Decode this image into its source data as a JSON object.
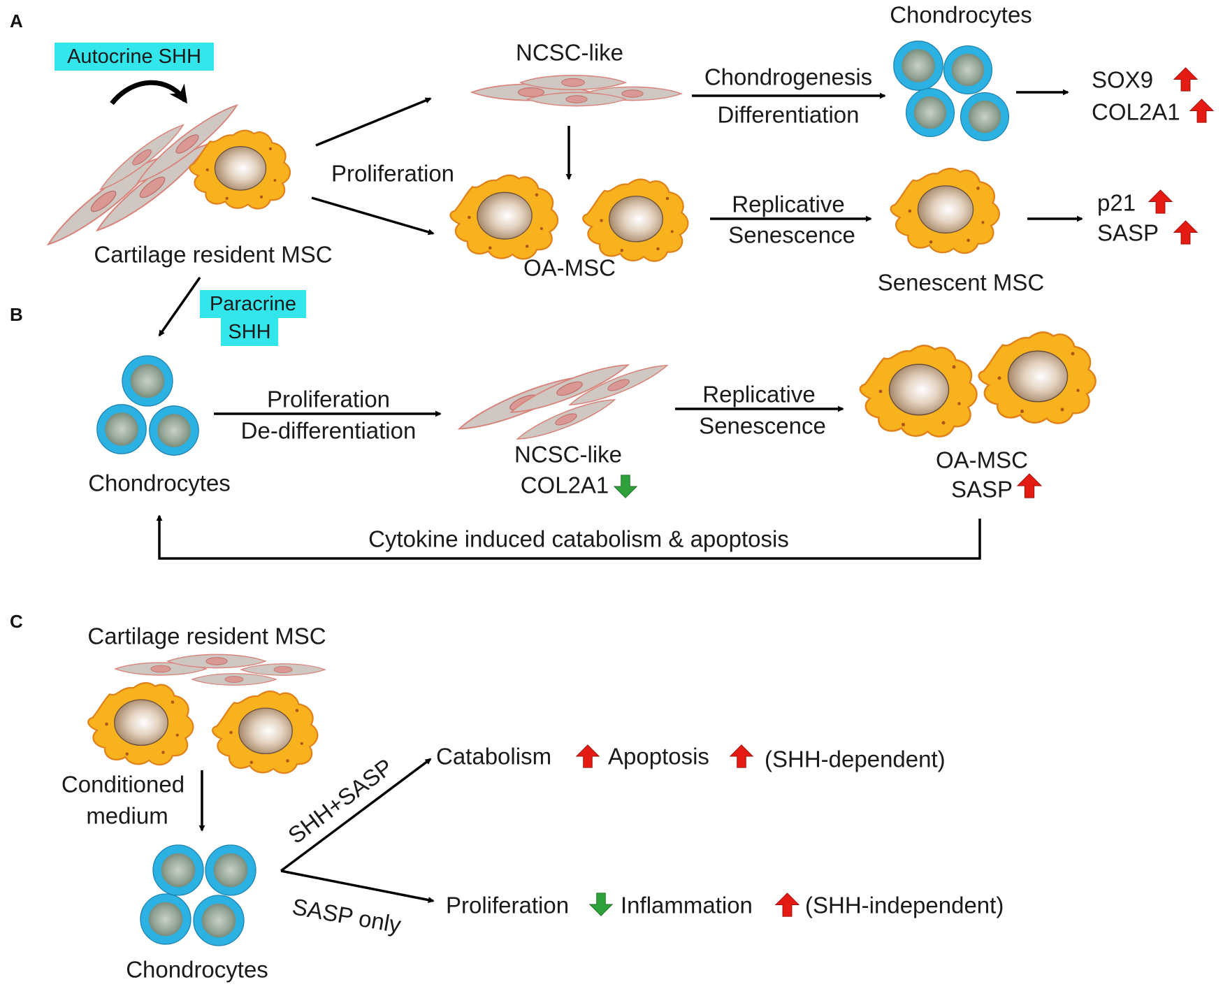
{
  "panels": {
    "a": "A",
    "b": "B",
    "c": "C"
  },
  "colors": {
    "msc_cell_fill": "#f7b21e",
    "msc_cell_edge": "#e0811a",
    "nucleus_fill": "#c9a27e",
    "chondrocyte_outer": "#2bb2e3",
    "chondrocyte_inner": "#8fa191",
    "spindle_cell": "#cfc7c2",
    "highlight": "#33e6ec",
    "arrow_up": "#e31b12",
    "arrow_down": "#2ea13b"
  },
  "panel_a": {
    "autocrine_label": "Autocrine SHH",
    "cartilage_msc": "Cartilage resident MSC",
    "proliferation": "Proliferation",
    "ncsc_like": "NCSC-like",
    "chondrogenesis": "Chondrogenesis",
    "differentiation": "Differentiation",
    "chondrocytes": "Chondrocytes",
    "sox9": "SOX9",
    "col2a1": "COL2A1",
    "oa_msc": "OA-MSC",
    "replicative": "Replicative",
    "senescence": "Senescence",
    "senescent_msc": "Senescent MSC",
    "p21": "p21",
    "sasp": "SASP"
  },
  "panel_b": {
    "paracrine_line1": "Paracrine",
    "paracrine_line2": "SHH",
    "chondrocytes": "Chondrocytes",
    "proliferation": "Proliferation",
    "dedifferentiation": "De-differentiation",
    "ncsc_like": "NCSC-like",
    "col2a1": "COL2A1",
    "replicative": "Replicative",
    "senescence": "Senescence",
    "oa_msc": "OA-MSC",
    "sasp": "SASP",
    "feedback": "Cytokine induced catabolism & apoptosis"
  },
  "panel_c": {
    "cartilage_msc": "Cartilage resident MSC",
    "conditioned": "Conditioned",
    "medium": "medium",
    "chondrocytes": "Chondrocytes",
    "shh_sasp": "SHH+SASP",
    "sasp_only": "SASP only",
    "catabolism": "Catabolism",
    "apoptosis": "Apoptosis",
    "shh_dependent": "(SHH-dependent)",
    "proliferation": "Proliferation",
    "inflammation": "Inflammation",
    "shh_independent": "(SHH-independent)"
  }
}
